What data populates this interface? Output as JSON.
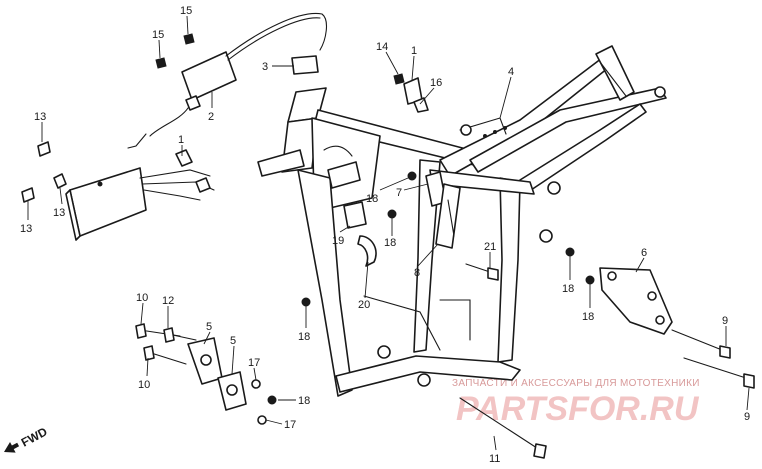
{
  "diagram": {
    "fwd_label": "FWD",
    "callouts": [
      {
        "id": "15a",
        "text": "15"
      },
      {
        "id": "15b",
        "text": "15"
      },
      {
        "id": "3",
        "text": "3"
      },
      {
        "id": "2",
        "text": "2"
      },
      {
        "id": "14",
        "text": "14"
      },
      {
        "id": "1a",
        "text": "1"
      },
      {
        "id": "16",
        "text": "16"
      },
      {
        "id": "4",
        "text": "4"
      },
      {
        "id": "13a",
        "text": "13"
      },
      {
        "id": "1b",
        "text": "1"
      },
      {
        "id": "13b",
        "text": "13"
      },
      {
        "id": "13c",
        "text": "13"
      },
      {
        "id": "7",
        "text": "7"
      },
      {
        "id": "18a",
        "text": "18"
      },
      {
        "id": "18b",
        "text": "18"
      },
      {
        "id": "19",
        "text": "19"
      },
      {
        "id": "21",
        "text": "21"
      },
      {
        "id": "8",
        "text": "8"
      },
      {
        "id": "6",
        "text": "6"
      },
      {
        "id": "18c",
        "text": "18"
      },
      {
        "id": "18d",
        "text": "18"
      },
      {
        "id": "20",
        "text": "20"
      },
      {
        "id": "10a",
        "text": "10"
      },
      {
        "id": "12",
        "text": "12"
      },
      {
        "id": "5a",
        "text": "5"
      },
      {
        "id": "5b",
        "text": "5"
      },
      {
        "id": "18e",
        "text": "18"
      },
      {
        "id": "10b",
        "text": "10"
      },
      {
        "id": "17a",
        "text": "17"
      },
      {
        "id": "18f",
        "text": "18"
      },
      {
        "id": "17b",
        "text": "17"
      },
      {
        "id": "9a",
        "text": "9"
      },
      {
        "id": "9b",
        "text": "9"
      },
      {
        "id": "11",
        "text": "11"
      }
    ]
  },
  "watermark": {
    "tagline": "ЗАПЧАСТИ И АКСЕССУАРЫ ДЛЯ МОТОТЕХНИКИ",
    "brand": "PARTSFOR.RU",
    "color": "#e8a0a0"
  }
}
